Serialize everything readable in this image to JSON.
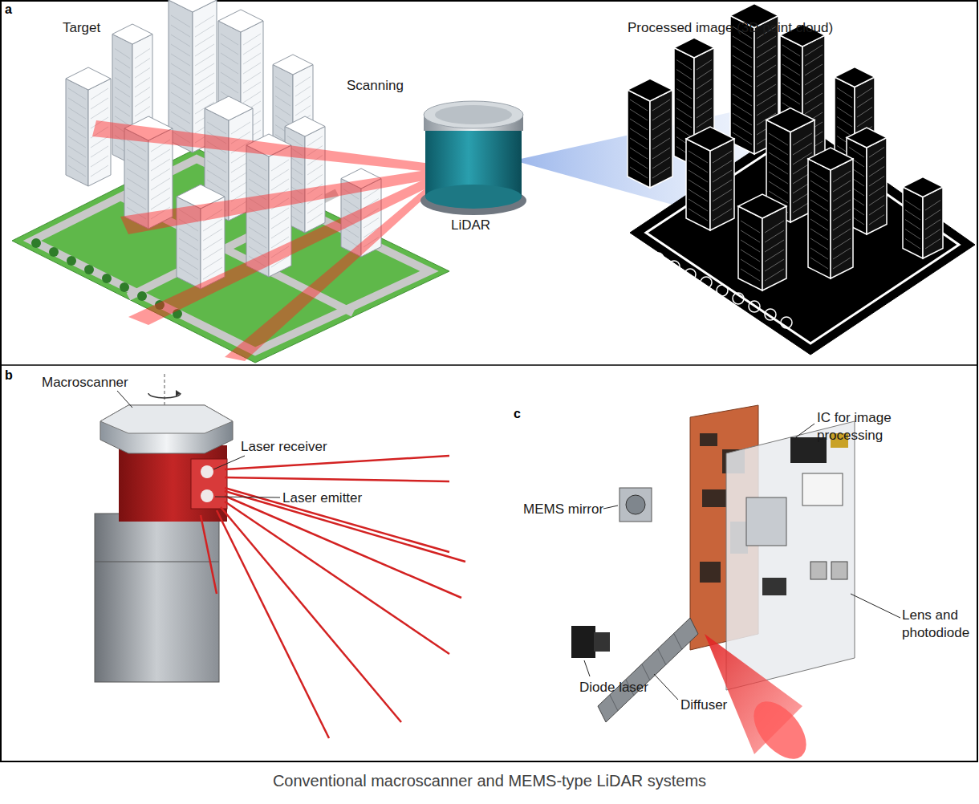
{
  "diagram": {
    "caption": "Conventional macroscanner and MEMS-type LiDAR systems",
    "labels": [
      "a",
      "Target",
      "Scanning",
      "LiDAR",
      "Processed image (3D point cloud)",
      "b",
      "Macroscanner",
      "Laser receiver",
      "Laser emitter",
      "c",
      "IC for image processing",
      "MEMS mirror",
      "Lens and photodiode",
      "Diode laser",
      "Diffuser"
    ]
  }
}
